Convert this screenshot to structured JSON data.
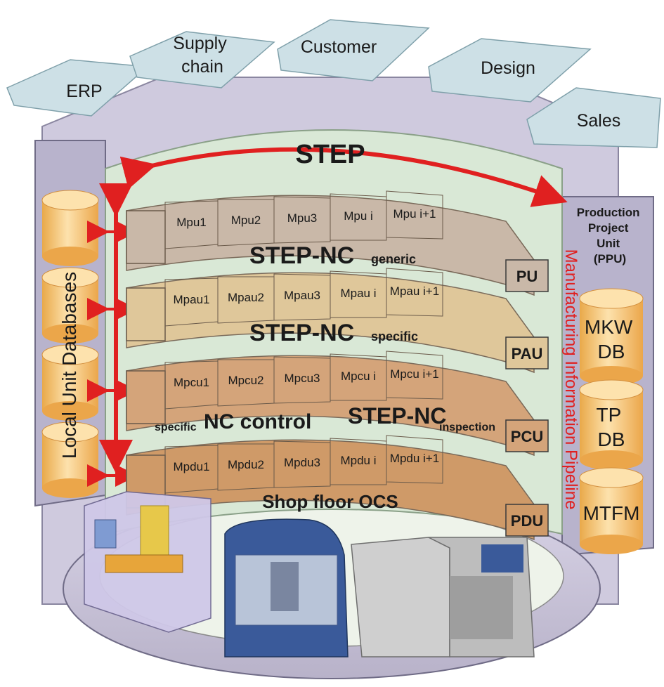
{
  "systems": [
    "ERP",
    "Supply chain",
    "Customer",
    "Design",
    "Sales"
  ],
  "step_label": "STEP",
  "left_panel_label": "Local Unit Databases",
  "right_panel": {
    "title": "Production Project Unit (PPU)",
    "databases": [
      "MKW DB",
      "TP DB",
      "MTFM"
    ]
  },
  "pipeline_label": "Manufacturing Information Pipeline",
  "layers": [
    {
      "id": "PU",
      "modules": [
        "Mpu1",
        "Mpu2",
        "Mpu3",
        "Mpu i",
        "Mpu i+1"
      ],
      "caption_main": "STEP-NC",
      "caption_sub": "generic",
      "color": "#c9b8a8"
    },
    {
      "id": "PAU",
      "modules": [
        "Mpau1",
        "Mpau2",
        "Mpau3",
        "Mpau i",
        "Mpau i+1"
      ],
      "caption_main": "STEP-NC",
      "caption_sub": "specific",
      "color": "#dfc79a"
    },
    {
      "id": "PCU",
      "modules": [
        "Mpcu1",
        "Mpcu2",
        "Mpcu3",
        "Mpcu i",
        "Mpcu i+1"
      ],
      "caption_left_sub": "specific",
      "caption_left_main": "NC control",
      "caption_right_main": "STEP-NC",
      "caption_right_sub": "inspection",
      "color": "#d4a47a"
    },
    {
      "id": "PDU",
      "modules": [
        "Mpdu1",
        "Mpdu2",
        "Mpdu3",
        "Mpdu i",
        "Mpdu i+1"
      ],
      "caption_main": "Shop floor OCS",
      "color": "#cf9a68"
    }
  ],
  "colors": {
    "system_box": "#cde0e6",
    "outer_frame": "#c8c3d6",
    "inner_ring": "#d5e6d3",
    "database": "#f5c06a",
    "arrow": "#e02020"
  }
}
